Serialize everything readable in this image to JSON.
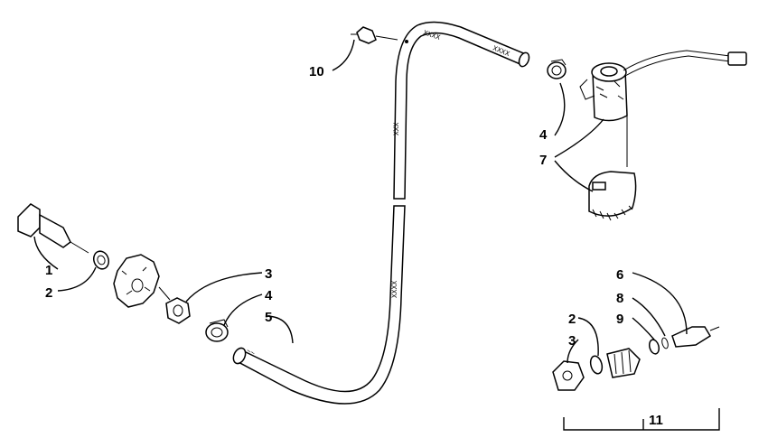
{
  "diagram": {
    "callouts": {
      "c1": "1",
      "c2a": "2",
      "c3a": "3",
      "c4a": "4",
      "c5": "5",
      "c10": "10",
      "c4b": "4",
      "c7": "7",
      "c6": "6",
      "c8": "8",
      "c9": "9",
      "c2b": "2",
      "c3b": "3",
      "c11": "11"
    },
    "hose_markings": [
      "XXXX",
      "XXXX",
      "XXX",
      "XXXX"
    ],
    "colors": {
      "ink": "#000000",
      "paper": "#ffffff",
      "shade": "#555555"
    }
  }
}
